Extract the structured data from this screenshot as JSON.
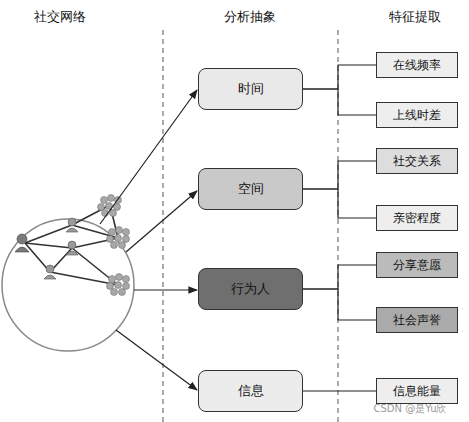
{
  "diagram": {
    "nodes": [
      {
        "text": [
          "时间"
        ]
      },
      {
        "text": [
          "空间"
        ]
      },
      {
        "text": [
          "行为人"
        ]
      },
      {
        "text": [
          "信息"
        ]
      },
      {
        "text": [
          "在线频率"
        ]
      },
      {
        "text": [
          "上线时差"
        ]
      },
      {
        "text": [
          "社交关系"
        ]
      },
      {
        "text": [
          "亲密程度"
        ]
      },
      {
        "text": [
          "分享意愿"
        ]
      },
      {
        "text": [
          "社会声誉"
        ]
      },
      {
        "text": [
          "信息能量"
        ]
      }
    ],
    "edges": [
      {
        "from": 0,
        "to": 4,
        "arrow": "none"
      },
      {
        "from": 0,
        "to": 5,
        "arrow": "none"
      },
      {
        "from": 1,
        "to": 6,
        "arrow": "none"
      },
      {
        "from": 1,
        "to": 7,
        "arrow": "none"
      },
      {
        "from": 2,
        "to": 8,
        "arrow": "none"
      },
      {
        "from": 2,
        "to": 9,
        "arrow": "none"
      },
      {
        "from": 3,
        "to": 10,
        "arrow": "none"
      }
    ],
    "labels": [
      "社交网络",
      "分析抽象",
      "特征提取",
      "CSDN @是Yu欣"
    ]
  }
}
